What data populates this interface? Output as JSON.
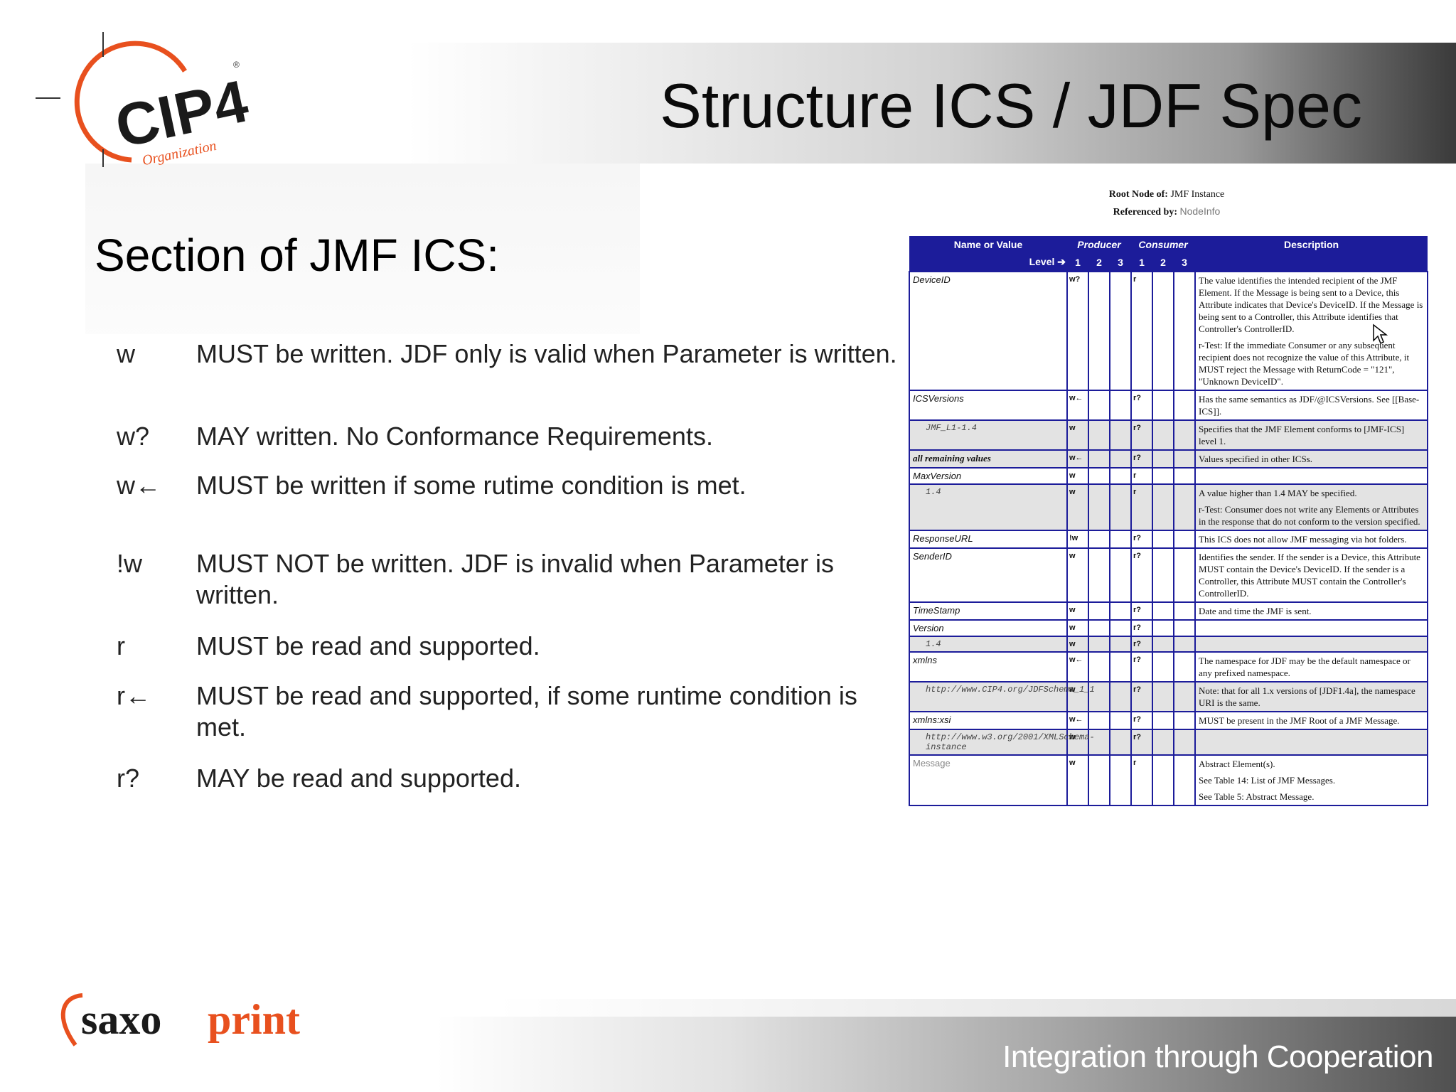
{
  "slide": {
    "title": "Structure ICS / JDF Spec",
    "tagline": "Integration through Cooperation",
    "section_heading": "Section of JMF ICS:"
  },
  "logos": {
    "cip4_text": "CIP4",
    "cip4_sub": "Organization",
    "cip4_reg": "®",
    "saxo_a": "saxo",
    "saxo_b": "print",
    "brand_orange": "#e8501e",
    "brand_dark": "#1a1a1a"
  },
  "legend": [
    {
      "code": "w",
      "desc": "MUST be written. JDF only is valid when Parameter is written."
    },
    {
      "code": "w?",
      "desc": "MAY written. No Conformance Requirements."
    },
    {
      "code": "w←",
      "desc": "MUST be written if some rutime condition is met."
    },
    {
      "code": "!w",
      "desc": "MUST NOT be written. JDF is invalid when Parameter is written."
    },
    {
      "code": "r",
      "desc": "MUST be read and supported."
    },
    {
      "code": "r←",
      "desc": "MUST be read and supported, if some runtime condition is met."
    },
    {
      "code": "r?",
      "desc": "MAY be read and supported."
    }
  ],
  "spec": {
    "root_node_label": "Root Node of:",
    "root_node_value": "JMF Instance",
    "referenced_by_label": "Referenced by:",
    "referenced_by_value": "NodeInfo",
    "headers": {
      "name": "Name or Value",
      "producer": "Producer",
      "consumer": "Consumer",
      "description": "Description",
      "level": "Level ➔",
      "levels": [
        "1",
        "2",
        "3",
        "1",
        "2",
        "3"
      ]
    },
    "rows": [
      {
        "name": "DeviceID",
        "kind": "attr",
        "p1": "w?",
        "c1": "r",
        "desc": [
          "The value identifies the intended recipient of the JMF Element. If the Message is being sent to a Device, this Attribute indicates that Device's DeviceID. If the Message is being sent to a Controller, this Attribute identifies that Controller's ControllerID.",
          "r-Test: If the immediate Consumer or any subsequent recipient does not recognize the value of this Attribute, it MUST reject the Message with ReturnCode = \"121\", \"Unknown DeviceID\"."
        ]
      },
      {
        "name": "ICSVersions",
        "kind": "attr",
        "p1": "w←",
        "c1": "r?",
        "desc": [
          "Has the same semantics as JDF/@ICSVersions. See [[Base-ICS]]."
        ]
      },
      {
        "name": "JMF_L1-1.4",
        "kind": "sub",
        "p1": "w",
        "c1": "r?",
        "desc": [
          "Specifies that the JMF Element conforms to [JMF-ICS] level 1."
        ]
      },
      {
        "name": "all remaining values",
        "kind": "bold",
        "p1": "w←",
        "c1": "r?",
        "desc": [
          "Values specified in other ICSs."
        ]
      },
      {
        "name": "MaxVersion",
        "kind": "attr",
        "p1": "w",
        "c1": "r",
        "desc": [
          ""
        ]
      },
      {
        "name": "1.4",
        "kind": "sub",
        "p1": "w",
        "c1": "r",
        "desc": [
          "A value higher than 1.4 MAY be specified.",
          "r-Test: Consumer does not write any Elements or Attributes in the response that do not conform to the version specified."
        ]
      },
      {
        "name": "ResponseURL",
        "kind": "attr",
        "p1": "!w",
        "c1": "r?",
        "desc": [
          "This ICS does not allow JMF messaging via hot folders."
        ]
      },
      {
        "name": "SenderID",
        "kind": "attr",
        "p1": "w",
        "c1": "r?",
        "desc": [
          "Identifies the sender. If the sender is a Device, this Attribute MUST contain the Device's DeviceID. If the sender is a Controller, this Attribute MUST contain the Controller's ControllerID."
        ]
      },
      {
        "name": "TimeStamp",
        "kind": "attr",
        "p1": "w",
        "c1": "r?",
        "desc": [
          "Date and time the JMF is sent."
        ]
      },
      {
        "name": "Version",
        "kind": "attr",
        "p1": "w",
        "c1": "r?",
        "desc": [
          ""
        ]
      },
      {
        "name": "1.4",
        "kind": "sub",
        "p1": "w",
        "c1": "r?",
        "desc": [
          ""
        ]
      },
      {
        "name": "xmlns",
        "kind": "attr",
        "p1": "w←",
        "c1": "r?",
        "desc": [
          "The namespace for JDF may be the default namespace or any prefixed namespace."
        ]
      },
      {
        "name": "http://www.CIP4.org/JDFSchema_1_1",
        "kind": "sub",
        "p1": "w",
        "c1": "r?",
        "desc": [
          "Note: that for all 1.x versions of [JDF1.4a], the namespace URI is the same."
        ]
      },
      {
        "name": "xmlns:xsi",
        "kind": "attr",
        "p1": "w←",
        "c1": "r?",
        "desc": [
          "MUST be present in the JMF Root of a JMF Message."
        ]
      },
      {
        "name": "http://www.w3.org/2001/XMLSchema-instance",
        "kind": "sub",
        "p1": "w",
        "c1": "r?",
        "desc": [
          ""
        ]
      },
      {
        "name": "Message",
        "kind": "gray",
        "p1": "w",
        "c1": "r",
        "desc": [
          "Abstract Element(s).",
          "See Table 14: List of JMF Messages.",
          "See Table 5: Abstract Message."
        ]
      }
    ]
  }
}
